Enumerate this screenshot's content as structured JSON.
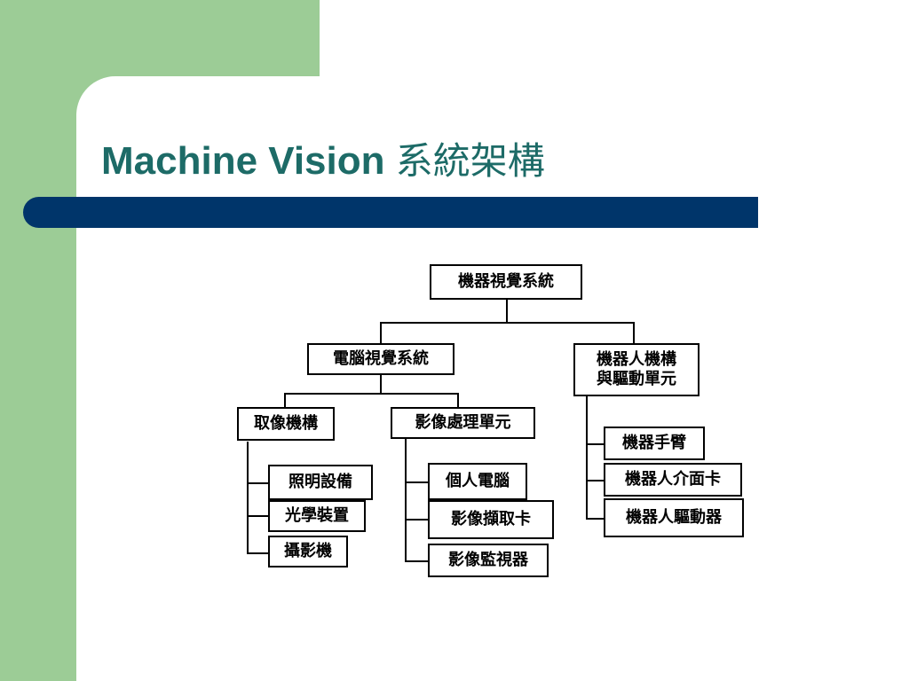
{
  "slide": {
    "title_latin": "Machine Vision ",
    "title_cjk": "系統架構",
    "colors": {
      "left_band": "#9ccc96",
      "title": "#1d6b67",
      "bar": "#00356a"
    }
  },
  "diagram": {
    "root": "機器視覺系統",
    "computer_vision": "電腦視覺系統",
    "robot_mechanism": "機器人機構\n與驅動單元",
    "image_acquisition": "取像機構",
    "image_processing": "影像處理單元",
    "lighting": "照明設備",
    "optics": "光學裝置",
    "camera": "攝影機",
    "pc": "個人電腦",
    "frame_grabber": "影像擷取卡",
    "monitor": "影像監視器",
    "robot_arm": "機器手臂",
    "robot_interface": "機器人介面卡",
    "robot_driver": "機器人驅動器"
  }
}
